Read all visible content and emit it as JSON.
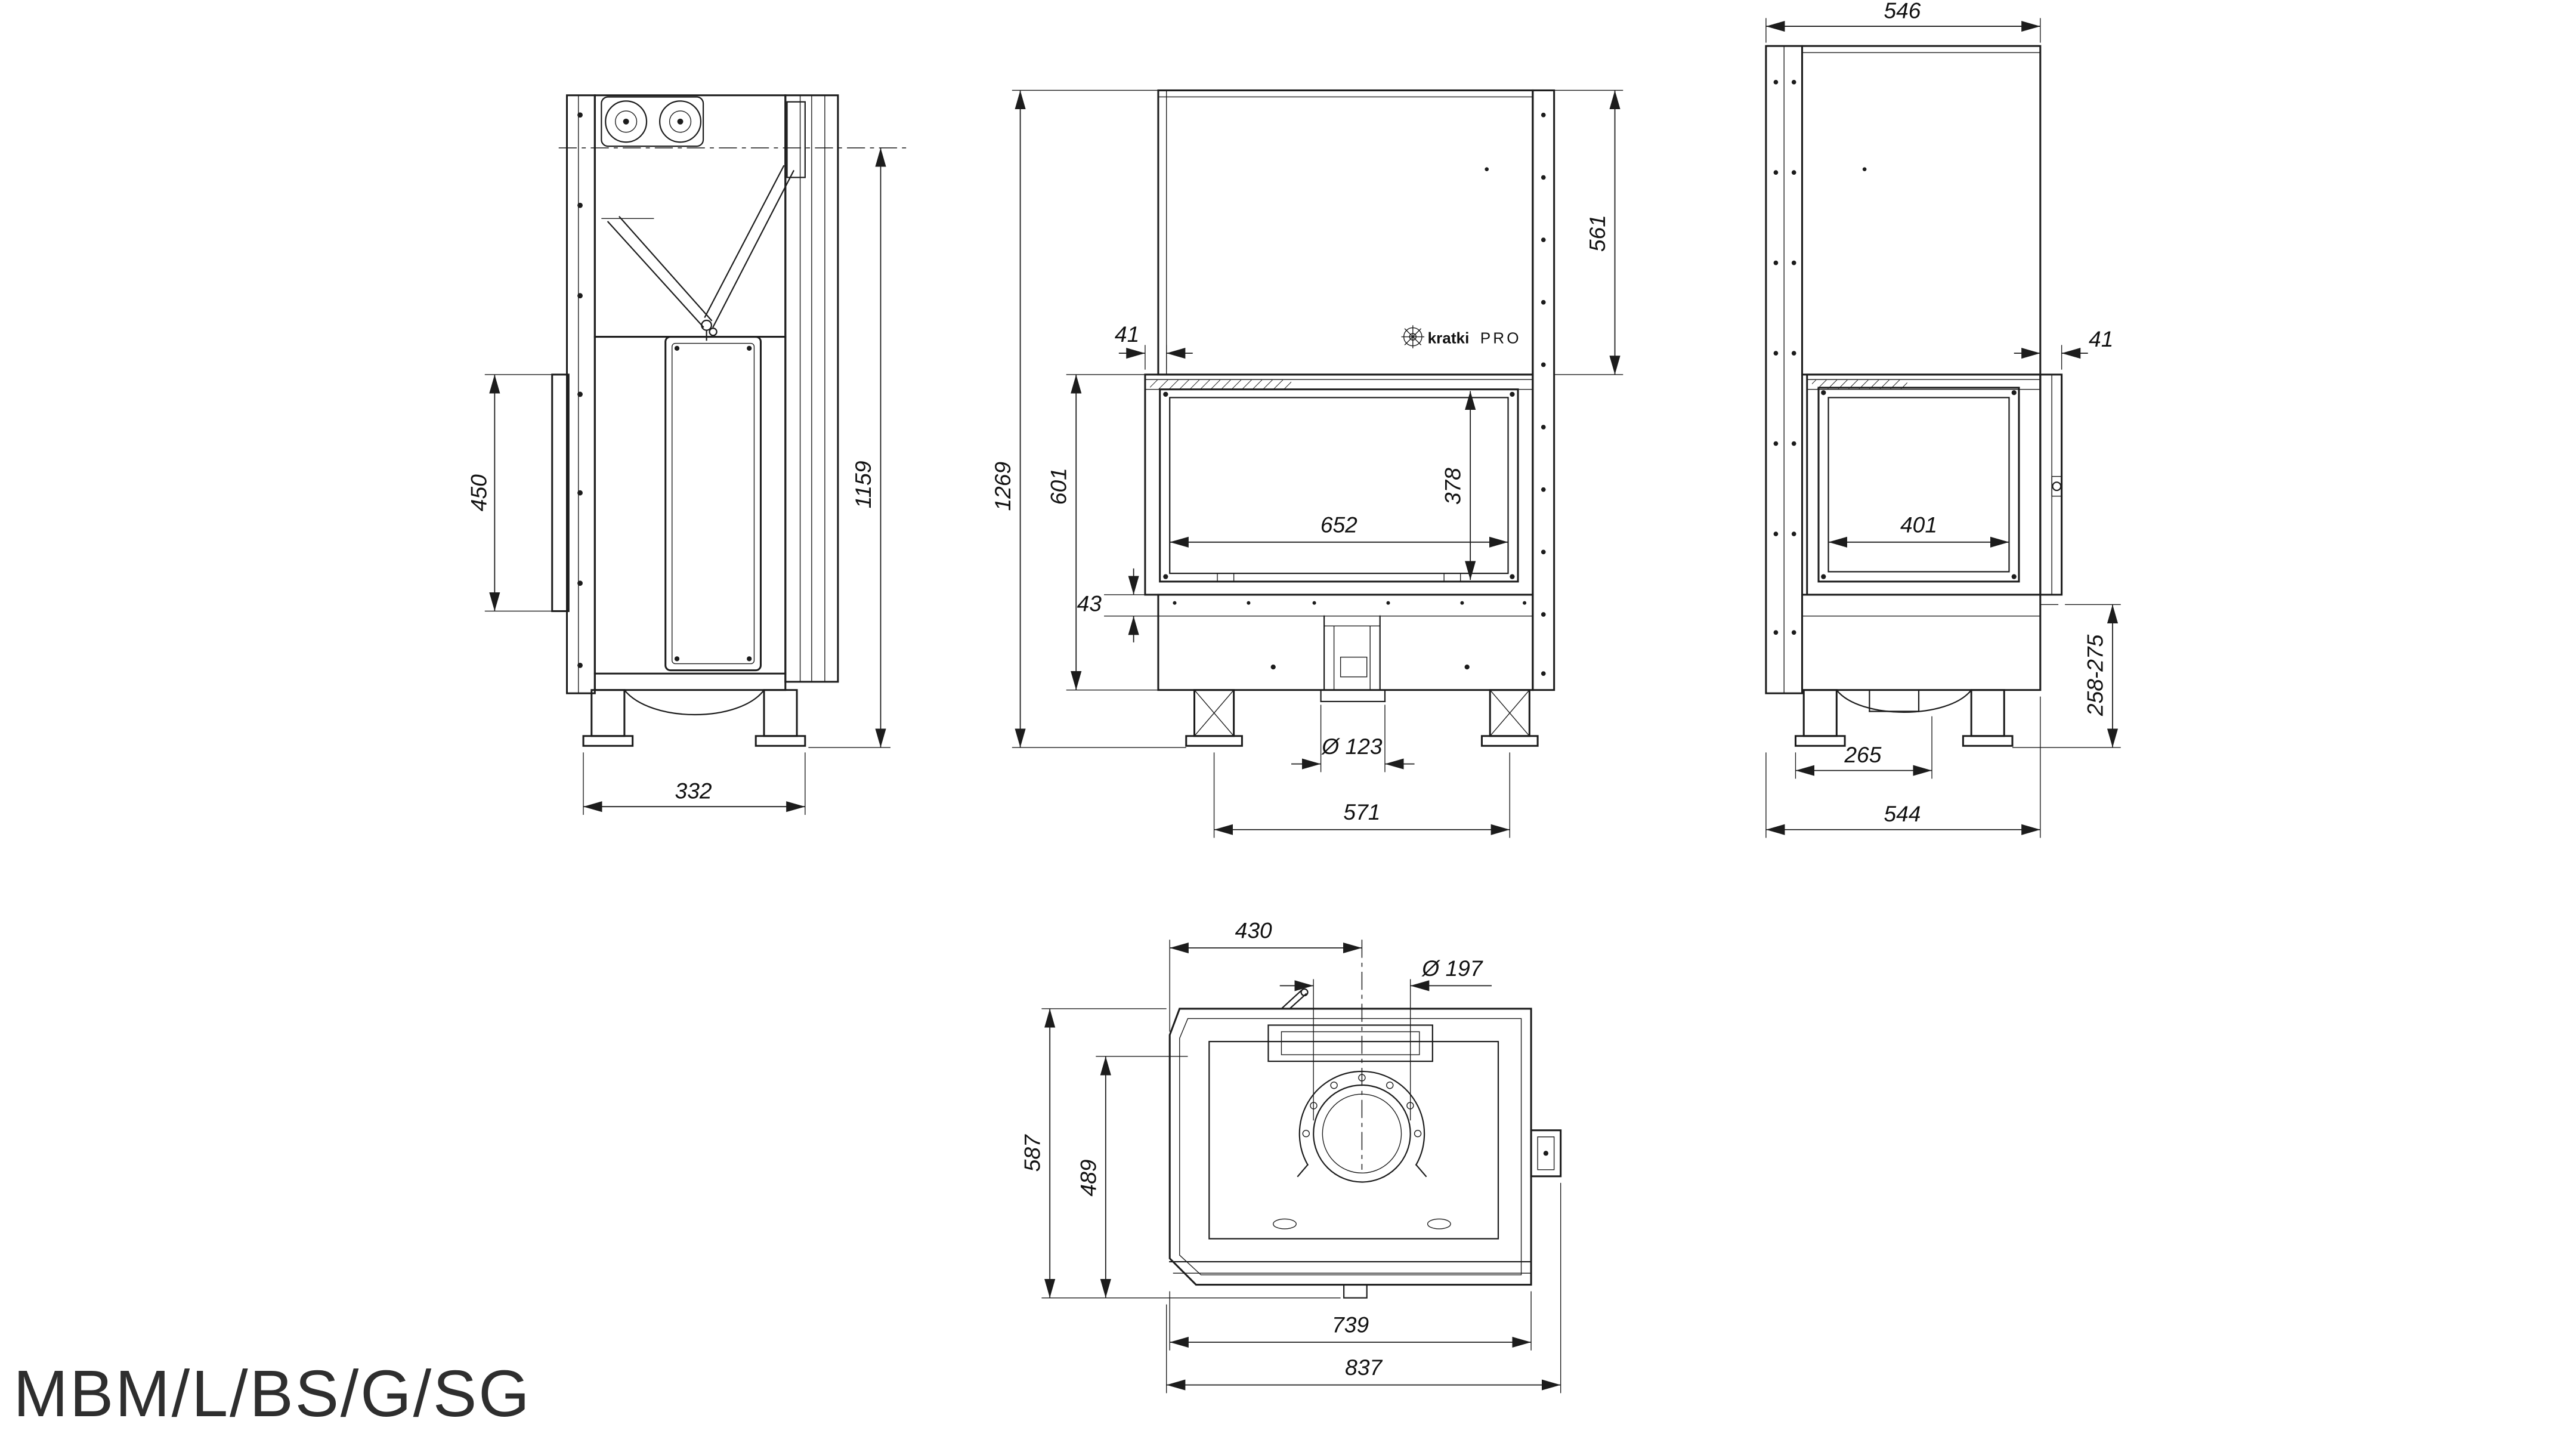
{
  "title": "MBM/L/BS/G/SG",
  "brand": {
    "name": "kratki",
    "series": "PRO"
  },
  "dimensions": {
    "d450": "450",
    "d1159": "1159",
    "d332": "332",
    "d41_front": "41",
    "d1269": "1269",
    "d601": "601",
    "d43": "43",
    "d652": "652",
    "d378": "378",
    "d561": "561",
    "d123": "Ø 123",
    "d571": "571",
    "d546": "546",
    "d41_side": "41",
    "d401": "401",
    "d258_275": "258-275",
    "d265": "265",
    "d544": "544",
    "d430": "430",
    "d197": "Ø 197",
    "d587": "587",
    "d489": "489",
    "d739": "739",
    "d837": "837"
  }
}
